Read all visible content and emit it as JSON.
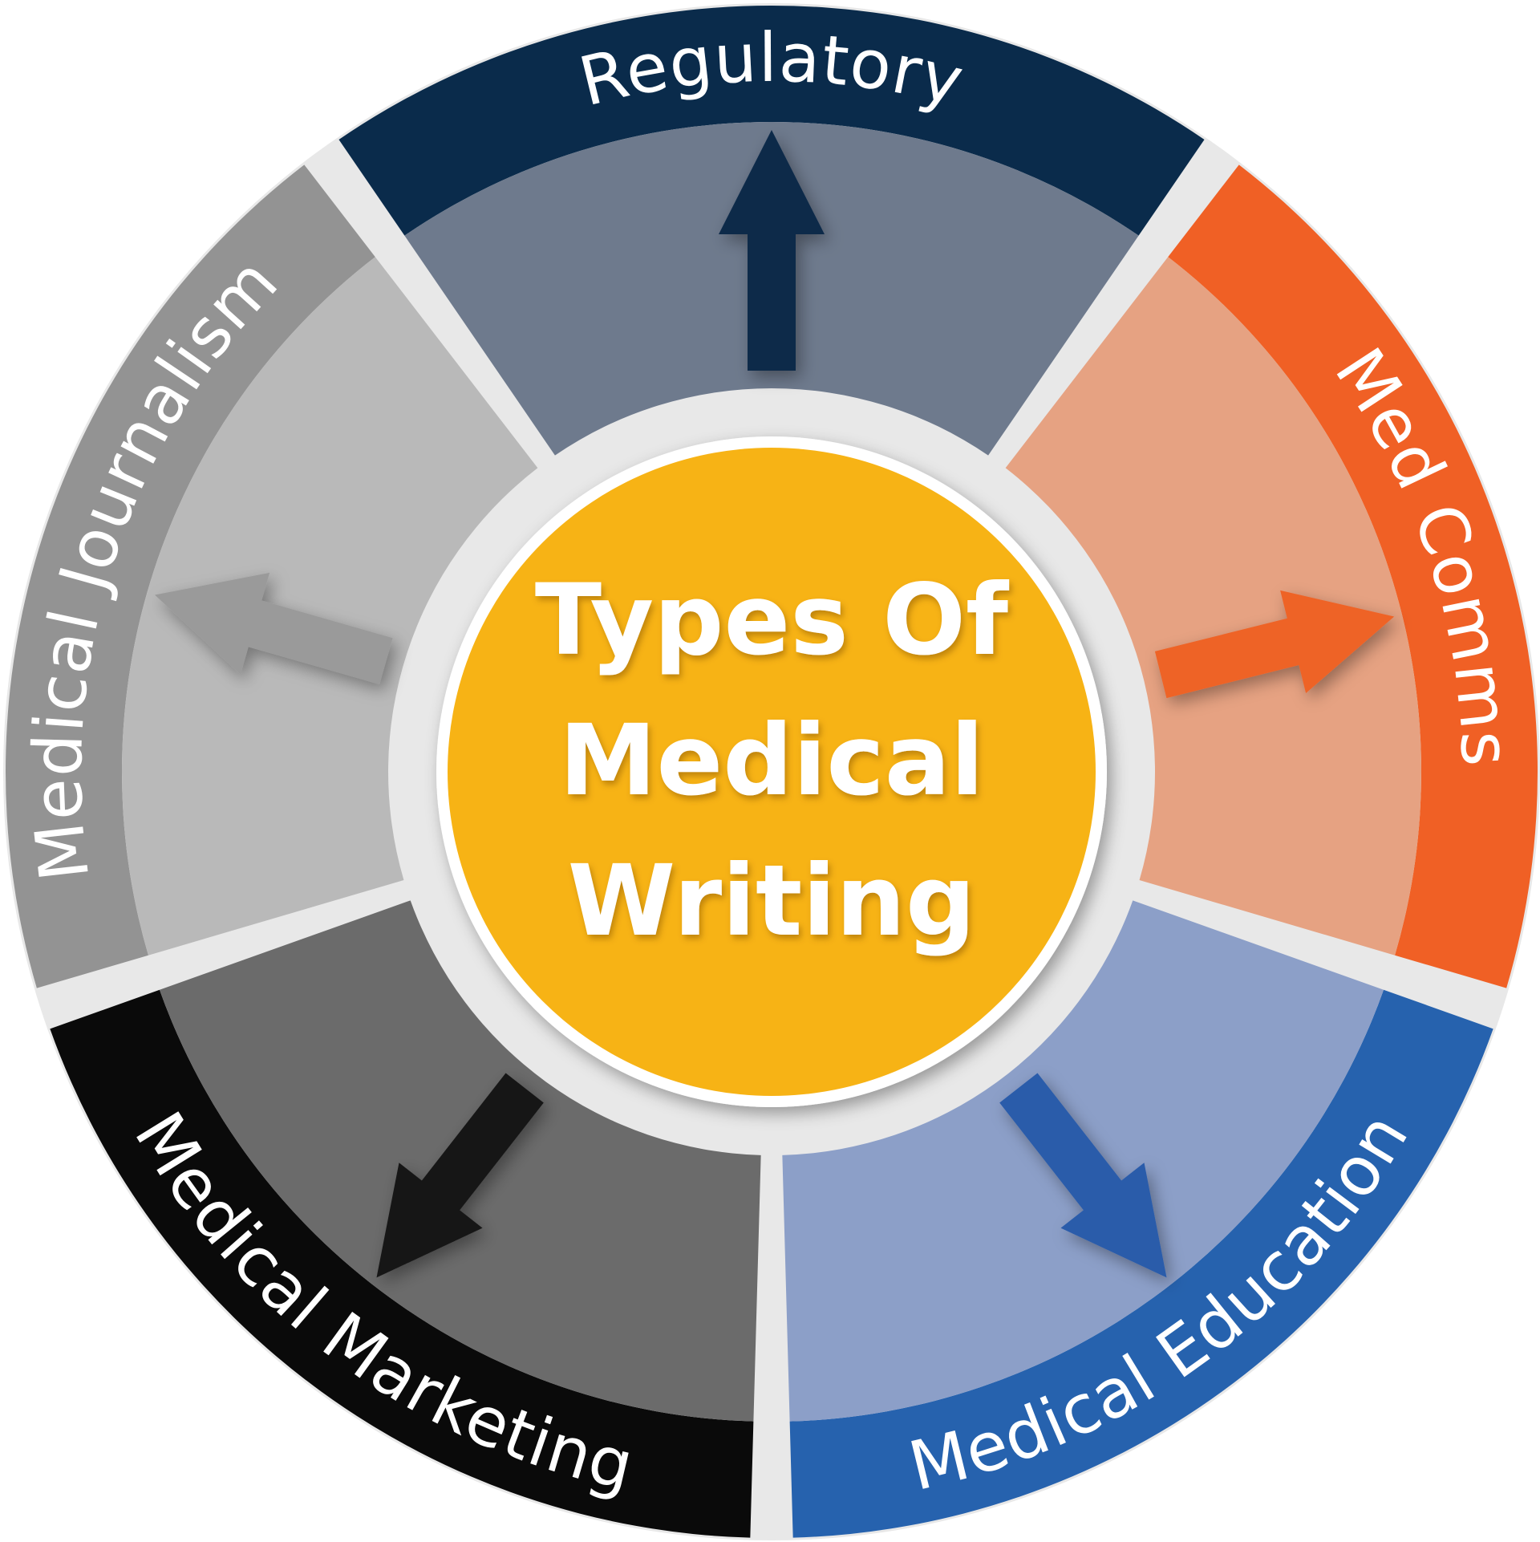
{
  "center": {
    "lines": [
      "Types Of",
      "Medical",
      "Writing"
    ],
    "color": "#F7B315"
  },
  "segments": [
    {
      "id": "regulatory",
      "label": "Regulatory",
      "color": "#0A2B4B",
      "inner": "#6E7A8D",
      "arrow": "#0B2A4A"
    },
    {
      "id": "med-comms",
      "label": "Med Comms",
      "color": "#F06025",
      "inner": "#E6A282",
      "arrow": "#EE6328"
    },
    {
      "id": "medical-education",
      "label": "Medical Education",
      "color": "#2662AE",
      "inner": "#8C9FC8",
      "arrow": "#2A5BAA"
    },
    {
      "id": "medical-marketing",
      "label": "Medical Marketing",
      "color": "#0A0A0A",
      "inner": "#6B6B6B",
      "arrow": "#151515"
    },
    {
      "id": "medical-journalism",
      "label": "Medical Journalism",
      "color": "#939393",
      "inner": "#B9B9B9",
      "arrow": "#9A9A9A"
    }
  ]
}
